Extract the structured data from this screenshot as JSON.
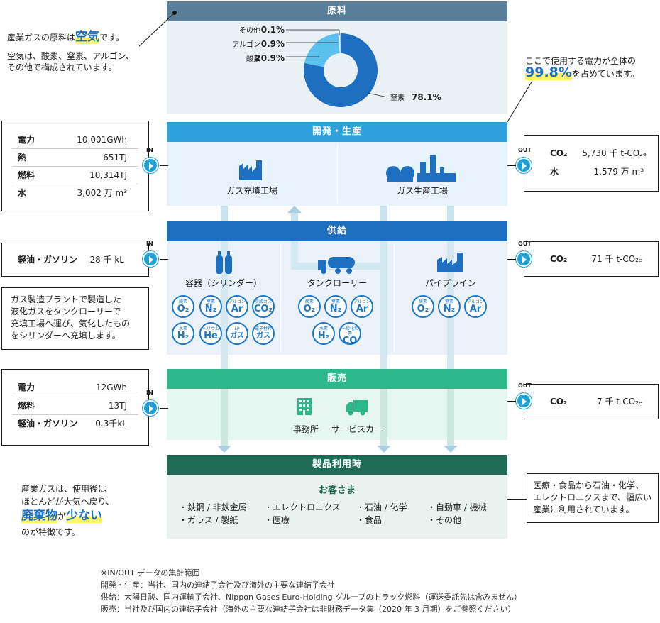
{
  "sections": {
    "raw": "原料",
    "dev": "開発・生産",
    "supply": "供給",
    "sales": "販売",
    "use": "製品利用時"
  },
  "raw_note": {
    "line1_pre": "産業ガスの原料は",
    "line1_big": "空気",
    "line1_post": "です。",
    "line2": "空気は、酸素、窒素、アルゴン、",
    "line3": "その他で構成されています。"
  },
  "power_note": {
    "line1": "ここで使用する電力が全体の",
    "big": "99.8%",
    "post": "を占めています。"
  },
  "chart_data": {
    "type": "pie",
    "donut": true,
    "slices": [
      {
        "label": "窒素",
        "value": 78.1,
        "display": "78.1%",
        "color": "#1e6fc0"
      },
      {
        "label": "酸素",
        "value": 20.9,
        "display": "20.9%",
        "color": "#5ac0ee"
      },
      {
        "label": "アルゴン",
        "value": 0.9,
        "display": "0.9%",
        "color": "#d4ecf7"
      },
      {
        "label": "その他",
        "value": 0.1,
        "display": "0.1%",
        "color": "#2aa84a"
      }
    ]
  },
  "in_dev": {
    "tag": "IN",
    "rows": [
      {
        "k": "電力",
        "v": "10,001GWh"
      },
      {
        "k": "熱",
        "v": "651TJ"
      },
      {
        "k": "燃料",
        "v": "10,314TJ"
      },
      {
        "k": "水",
        "v": "3,002 万 m³"
      }
    ]
  },
  "out_dev": {
    "tag": "OUT",
    "co2_k": "CO₂",
    "co2_v": "5,730 千 t-CO₂ₑ",
    "water_k": "水",
    "water_v": "1,579 万 m³"
  },
  "dev_facilities": {
    "filling": "ガス充填工場",
    "production": "ガス生産工場"
  },
  "in_supply": {
    "tag": "IN",
    "k": "軽油・ガソリン",
    "v": "28 千 kL"
  },
  "out_supply": {
    "tag": "OUT",
    "k": "CO₂",
    "v": "71 千 t-CO₂ₑ"
  },
  "supply_note": [
    "ガス製造プラントで製造した",
    "液化ガスをタンクローリーで",
    "充填工場へ運び、気化したもの",
    "をシリンダーへ充填します。"
  ],
  "supply_modes": {
    "cylinder": {
      "label": "容器（シリンダー）",
      "gases": [
        {
          "t": "酸素",
          "s": "O₂"
        },
        {
          "t": "窒素",
          "s": "N₂"
        },
        {
          "t": "アルゴン",
          "s": "Ar"
        },
        {
          "t": "炭酸ガス",
          "s": "CO₂"
        },
        {
          "t": "水素",
          "s": "H₂"
        },
        {
          "t": "ヘリウム",
          "s": "He"
        },
        {
          "t": "LP",
          "s": "ガス"
        },
        {
          "t": "電子材料",
          "s": "ガス"
        }
      ]
    },
    "tanker": {
      "label": "タンクローリー",
      "gases": [
        {
          "t": "酸素",
          "s": "O₂"
        },
        {
          "t": "窒素",
          "s": "N₂"
        },
        {
          "t": "アルゴン",
          "s": "Ar"
        },
        {
          "t": "水素",
          "s": "H₂"
        },
        {
          "t": "一酸化炭素",
          "s": "CO"
        }
      ]
    },
    "pipeline": {
      "label": "パイプライン",
      "gases": [
        {
          "t": "酸素",
          "s": "O₂"
        },
        {
          "t": "窒素",
          "s": "N₂"
        },
        {
          "t": "アルゴン",
          "s": "Ar"
        }
      ]
    }
  },
  "in_sales": {
    "tag": "IN",
    "rows": [
      {
        "k": "電力",
        "v": "12GWh"
      },
      {
        "k": "燃料",
        "v": "13TJ"
      },
      {
        "k": "軽油・ガソリン",
        "v": "0.3千kL"
      }
    ]
  },
  "out_sales": {
    "tag": "OUT",
    "k": "CO₂",
    "v": "7 千 t-CO₂ₑ"
  },
  "sales_items": {
    "office": "事務所",
    "service": "サービスカー"
  },
  "customers": {
    "title": "お客さま",
    "col1": [
      "・鉄鋼 / 非鉄金属",
      "・ガラス / 製紙"
    ],
    "col2": [
      "・エレクトロニクス",
      "・医療"
    ],
    "col3": [
      "・石油 / 化学",
      "・食品"
    ],
    "col4": [
      "・自動車 / 機械",
      "・その他"
    ]
  },
  "waste_note": {
    "line1": "産業ガスは、使用後は",
    "line2": "ほとんどが大気へ戻り、",
    "w1": "廃棄物",
    "w2": "が",
    "w3": "少ない",
    "line4": "のが特徴です。"
  },
  "use_note": [
    "医療・食品から石油・化学、",
    "エレクトロニクスまで、幅広い",
    "産業に利用されています。"
  ],
  "footnotes": [
    "※IN/OUT データの集計範囲",
    "開発・生産：当社、国内の連結子会社及び海外の主要な連結子会社",
    "供給：大陽日酸、国内運輸子会社、Nippon Gases Euro-Holding グループのトラック燃料（運送委託先は含みません）",
    "販売：当社及び国内の連結子会社（海外の主要な連結子会社は非財務データ集（2020 年 3 月期）をご参照ください）"
  ]
}
